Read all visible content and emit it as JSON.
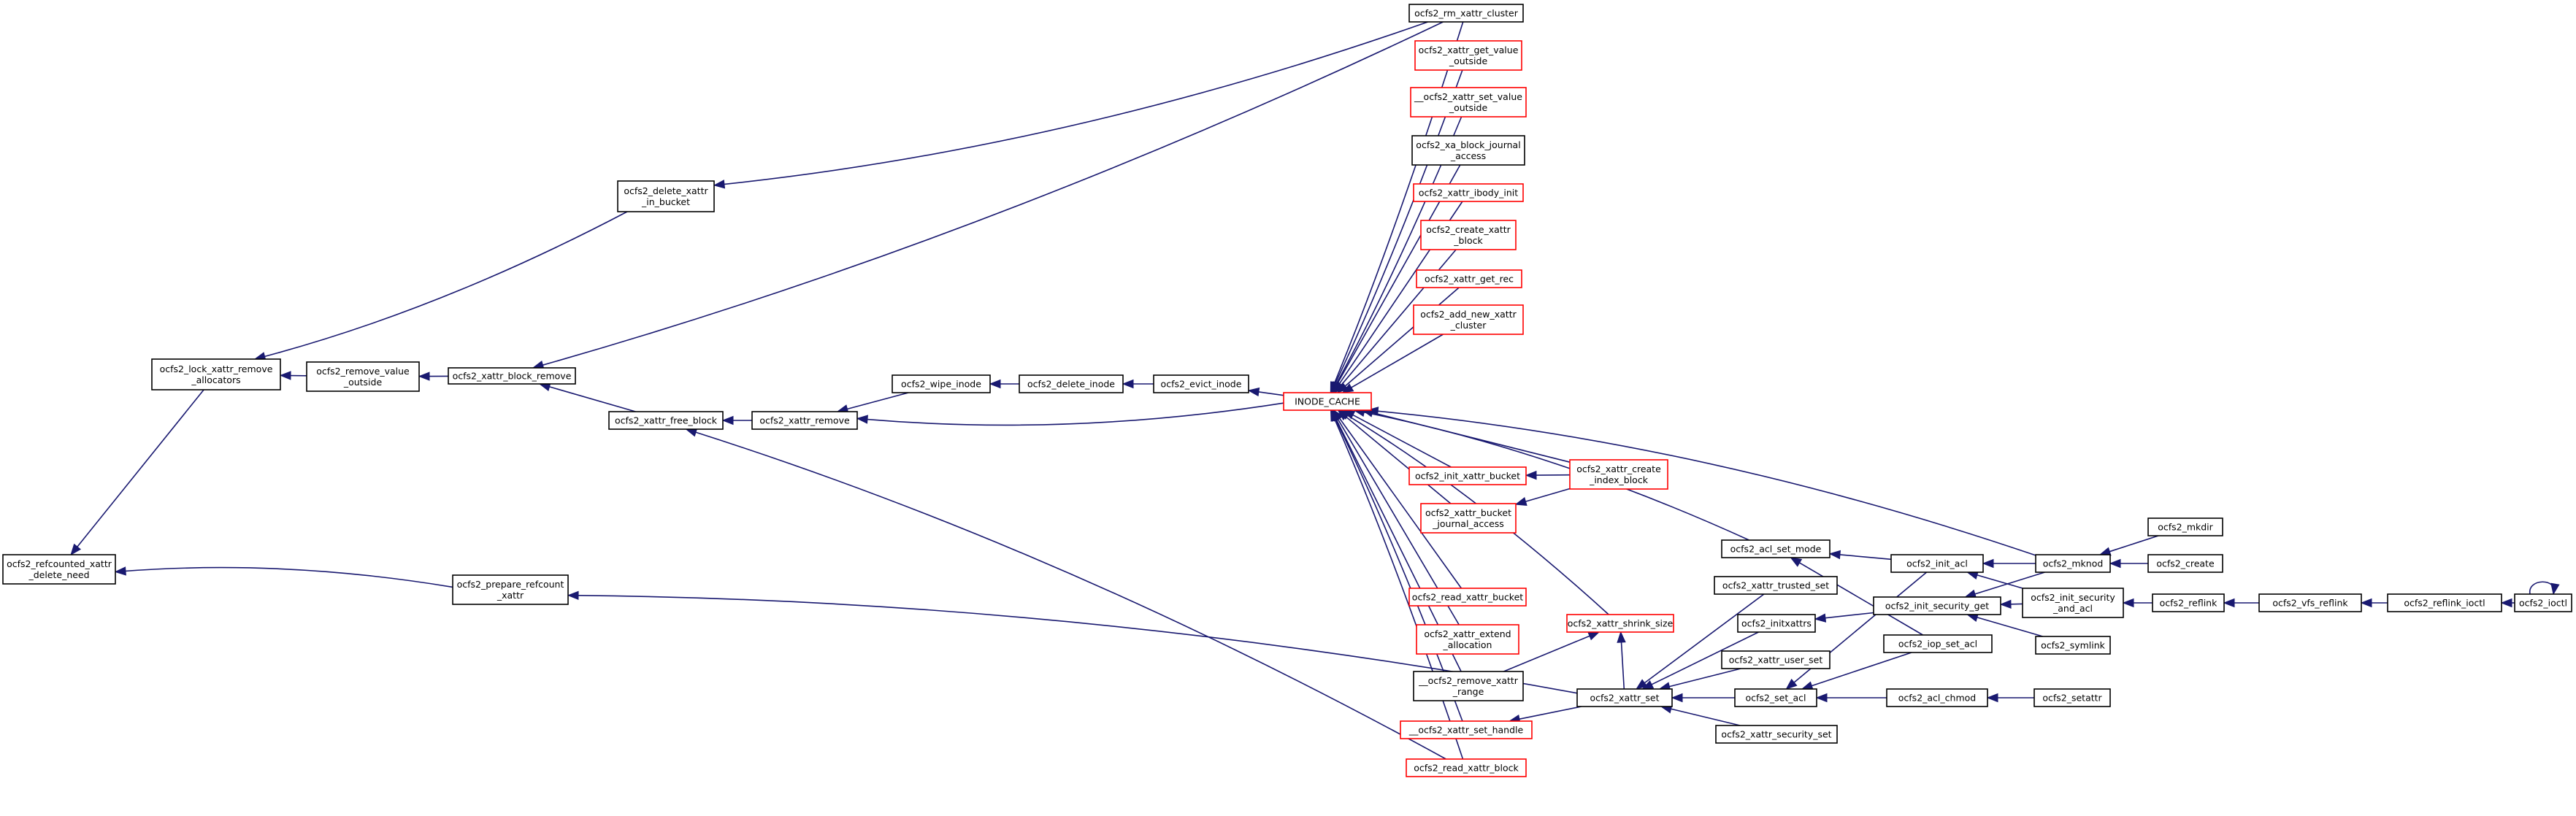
{
  "colors": {
    "edge": "#191970",
    "border_default": "#000000",
    "border_red": "#ff0000",
    "root_fill": "#bfbfbf",
    "node_fill": "#ffffff"
  },
  "nodes": [
    {
      "id": "root",
      "lines": [
        "ocfs2_refcounted_xattr",
        "_delete_need"
      ],
      "style": "root"
    },
    {
      "id": "lock_xattr_remove_alloc",
      "lines": [
        "ocfs2_lock_xattr_remove",
        "_allocators"
      ],
      "style": "black"
    },
    {
      "id": "prepare_refcount_xattr",
      "lines": [
        "ocfs2_prepare_refcount",
        "_xattr"
      ],
      "style": "black"
    },
    {
      "id": "delete_xattr_in_bucket",
      "lines": [
        "ocfs2_delete_xattr",
        "_in_bucket"
      ],
      "style": "black"
    },
    {
      "id": "remove_value_outside",
      "lines": [
        "ocfs2_remove_value",
        "_outside"
      ],
      "style": "black"
    },
    {
      "id": "xattr_block_remove",
      "lines": [
        "ocfs2_xattr_block_remove"
      ],
      "style": "black"
    },
    {
      "id": "xattr_free_block",
      "lines": [
        "ocfs2_xattr_free_block"
      ],
      "style": "black"
    },
    {
      "id": "xattr_remove",
      "lines": [
        "ocfs2_xattr_remove"
      ],
      "style": "black"
    },
    {
      "id": "wipe_inode",
      "lines": [
        "ocfs2_wipe_inode"
      ],
      "style": "black"
    },
    {
      "id": "delete_inode",
      "lines": [
        "ocfs2_delete_inode"
      ],
      "style": "black"
    },
    {
      "id": "evict_inode",
      "lines": [
        "ocfs2_evict_inode"
      ],
      "style": "black"
    },
    {
      "id": "inode_cache",
      "lines": [
        "INODE_CACHE"
      ],
      "style": "red"
    },
    {
      "id": "rm_xattr_cluster",
      "lines": [
        "ocfs2_rm_xattr_cluster"
      ],
      "style": "black"
    },
    {
      "id": "xattr_get_value_outside",
      "lines": [
        "ocfs2_xattr_get_value",
        "_outside"
      ],
      "style": "red"
    },
    {
      "id": "xattr_set_value_outside",
      "lines": [
        "__ocfs2_xattr_set_value",
        "_outside"
      ],
      "style": "red"
    },
    {
      "id": "xa_block_journal_access",
      "lines": [
        "ocfs2_xa_block_journal",
        "_access"
      ],
      "style": "black"
    },
    {
      "id": "xattr_ibody_init",
      "lines": [
        "ocfs2_xattr_ibody_init"
      ],
      "style": "red"
    },
    {
      "id": "create_xattr_block",
      "lines": [
        "ocfs2_create_xattr",
        "_block"
      ],
      "style": "red"
    },
    {
      "id": "xattr_get_rec",
      "lines": [
        "ocfs2_xattr_get_rec"
      ],
      "style": "red"
    },
    {
      "id": "add_new_xattr_cluster",
      "lines": [
        "ocfs2_add_new_xattr",
        "_cluster"
      ],
      "style": "red"
    },
    {
      "id": "init_xattr_bucket",
      "lines": [
        "ocfs2_init_xattr_bucket"
      ],
      "style": "red"
    },
    {
      "id": "xattr_create_index_block",
      "lines": [
        "ocfs2_xattr_create",
        "_index_block"
      ],
      "style": "red"
    },
    {
      "id": "xattr_bucket_journal_access",
      "lines": [
        "ocfs2_xattr_bucket",
        "_journal_access"
      ],
      "style": "red"
    },
    {
      "id": "read_xattr_bucket",
      "lines": [
        "ocfs2_read_xattr_bucket"
      ],
      "style": "red"
    },
    {
      "id": "xattr_extend_allocation",
      "lines": [
        "ocfs2_xattr_extend",
        "_allocation"
      ],
      "style": "red"
    },
    {
      "id": "xattr_shrink_size",
      "lines": [
        "ocfs2_xattr_shrink_size"
      ],
      "style": "red"
    },
    {
      "id": "remove_xattr_range",
      "lines": [
        "__ocfs2_remove_xattr",
        "_range"
      ],
      "style": "black"
    },
    {
      "id": "xattr_set_handle",
      "lines": [
        "__ocfs2_xattr_set_handle"
      ],
      "style": "red"
    },
    {
      "id": "read_xattr_block",
      "lines": [
        "ocfs2_read_xattr_block"
      ],
      "style": "red"
    },
    {
      "id": "xattr_set",
      "lines": [
        "ocfs2_xattr_set"
      ],
      "style": "black"
    },
    {
      "id": "acl_set_mode",
      "lines": [
        "ocfs2_acl_set_mode"
      ],
      "style": "black"
    },
    {
      "id": "xattr_trusted_set",
      "lines": [
        "ocfs2_xattr_trusted_set"
      ],
      "style": "black"
    },
    {
      "id": "initxattrs",
      "lines": [
        "ocfs2_initxattrs"
      ],
      "style": "black"
    },
    {
      "id": "xattr_user_set",
      "lines": [
        "ocfs2_xattr_user_set"
      ],
      "style": "black"
    },
    {
      "id": "set_acl",
      "lines": [
        "ocfs2_set_acl"
      ],
      "style": "black"
    },
    {
      "id": "xattr_security_set",
      "lines": [
        "ocfs2_xattr_security_set"
      ],
      "style": "black"
    },
    {
      "id": "init_acl",
      "lines": [
        "ocfs2_init_acl"
      ],
      "style": "black"
    },
    {
      "id": "init_security_get",
      "lines": [
        "ocfs2_init_security_get"
      ],
      "style": "black"
    },
    {
      "id": "iop_set_acl",
      "lines": [
        "ocfs2_iop_set_acl"
      ],
      "style": "black"
    },
    {
      "id": "acl_chmod",
      "lines": [
        "ocfs2_acl_chmod"
      ],
      "style": "black"
    },
    {
      "id": "mknod",
      "lines": [
        "ocfs2_mknod"
      ],
      "style": "black"
    },
    {
      "id": "init_security_and_acl",
      "lines": [
        "ocfs2_init_security",
        "_and_acl"
      ],
      "style": "black"
    },
    {
      "id": "symlink",
      "lines": [
        "ocfs2_symlink"
      ],
      "style": "black"
    },
    {
      "id": "setattr",
      "lines": [
        "ocfs2_setattr"
      ],
      "style": "black"
    },
    {
      "id": "mkdir",
      "lines": [
        "ocfs2_mkdir"
      ],
      "style": "black"
    },
    {
      "id": "create",
      "lines": [
        "ocfs2_create"
      ],
      "style": "black"
    },
    {
      "id": "reflink",
      "lines": [
        "ocfs2_reflink"
      ],
      "style": "black"
    },
    {
      "id": "vfs_reflink",
      "lines": [
        "ocfs2_vfs_reflink"
      ],
      "style": "black"
    },
    {
      "id": "reflink_ioctl",
      "lines": [
        "ocfs2_reflink_ioctl"
      ],
      "style": "black"
    },
    {
      "id": "ioctl",
      "lines": [
        "ocfs2_ioctl"
      ],
      "style": "black"
    }
  ],
  "edges": [
    {
      "from": "lock_xattr_remove_alloc",
      "to": "root"
    },
    {
      "from": "prepare_refcount_xattr",
      "to": "root"
    },
    {
      "from": "delete_xattr_in_bucket",
      "to": "lock_xattr_remove_alloc"
    },
    {
      "from": "remove_value_outside",
      "to": "lock_xattr_remove_alloc"
    },
    {
      "from": "xattr_block_remove",
      "to": "remove_value_outside"
    },
    {
      "from": "xattr_free_block",
      "to": "xattr_block_remove"
    },
    {
      "from": "xattr_remove",
      "to": "xattr_free_block"
    },
    {
      "from": "wipe_inode",
      "to": "xattr_remove"
    },
    {
      "from": "delete_inode",
      "to": "wipe_inode"
    },
    {
      "from": "evict_inode",
      "to": "delete_inode"
    },
    {
      "from": "inode_cache",
      "to": "evict_inode"
    },
    {
      "from": "inode_cache",
      "to": "xattr_remove"
    },
    {
      "from": "rm_xattr_cluster",
      "to": "delete_xattr_in_bucket"
    },
    {
      "from": "rm_xattr_cluster",
      "to": "xattr_block_remove"
    },
    {
      "from": "rm_xattr_cluster",
      "to": "inode_cache"
    },
    {
      "from": "xattr_get_value_outside",
      "to": "inode_cache"
    },
    {
      "from": "xattr_set_value_outside",
      "to": "inode_cache"
    },
    {
      "from": "xa_block_journal_access",
      "to": "inode_cache"
    },
    {
      "from": "xattr_ibody_init",
      "to": "inode_cache"
    },
    {
      "from": "create_xattr_block",
      "to": "inode_cache"
    },
    {
      "from": "xattr_get_rec",
      "to": "inode_cache"
    },
    {
      "from": "add_new_xattr_cluster",
      "to": "inode_cache"
    },
    {
      "from": "init_xattr_bucket",
      "to": "inode_cache"
    },
    {
      "from": "xattr_create_index_block",
      "to": "inode_cache"
    },
    {
      "from": "xattr_create_index_block",
      "to": "init_xattr_bucket"
    },
    {
      "from": "xattr_create_index_block",
      "to": "xattr_bucket_journal_access"
    },
    {
      "from": "xattr_bucket_journal_access",
      "to": "inode_cache"
    },
    {
      "from": "read_xattr_bucket",
      "to": "inode_cache"
    },
    {
      "from": "xattr_extend_allocation",
      "to": "inode_cache"
    },
    {
      "from": "xattr_shrink_size",
      "to": "inode_cache"
    },
    {
      "from": "remove_xattr_range",
      "to": "inode_cache"
    },
    {
      "from": "remove_xattr_range",
      "to": "xattr_shrink_size"
    },
    {
      "from": "xattr_set_handle",
      "to": "inode_cache"
    },
    {
      "from": "read_xattr_block",
      "to": "inode_cache"
    },
    {
      "from": "read_xattr_block",
      "to": "xattr_free_block"
    },
    {
      "from": "xattr_set",
      "to": "prepare_refcount_xattr"
    },
    {
      "from": "xattr_set",
      "to": "xattr_set_handle"
    },
    {
      "from": "xattr_set",
      "to": "xattr_shrink_size"
    },
    {
      "from": "acl_set_mode",
      "to": "inode_cache"
    },
    {
      "from": "mknod",
      "to": "inode_cache"
    },
    {
      "from": "xattr_trusted_set",
      "to": "xattr_set"
    },
    {
      "from": "initxattrs",
      "to": "xattr_set"
    },
    {
      "from": "xattr_user_set",
      "to": "xattr_set"
    },
    {
      "from": "set_acl",
      "to": "xattr_set"
    },
    {
      "from": "xattr_security_set",
      "to": "xattr_set"
    },
    {
      "from": "init_acl",
      "to": "acl_set_mode"
    },
    {
      "from": "init_acl",
      "to": "set_acl"
    },
    {
      "from": "iop_set_acl",
      "to": "acl_set_mode"
    },
    {
      "from": "iop_set_acl",
      "to": "set_acl"
    },
    {
      "from": "init_security_get",
      "to": "initxattrs"
    },
    {
      "from": "acl_chmod",
      "to": "set_acl"
    },
    {
      "from": "mknod",
      "to": "init_acl"
    },
    {
      "from": "init_security_and_acl",
      "to": "init_acl"
    },
    {
      "from": "mknod",
      "to": "init_security_get"
    },
    {
      "from": "init_security_and_acl",
      "to": "init_security_get"
    },
    {
      "from": "symlink",
      "to": "init_security_get"
    },
    {
      "from": "setattr",
      "to": "acl_chmod"
    },
    {
      "from": "mkdir",
      "to": "mknod"
    },
    {
      "from": "create",
      "to": "mknod"
    },
    {
      "from": "reflink",
      "to": "init_security_and_acl"
    },
    {
      "from": "vfs_reflink",
      "to": "reflink"
    },
    {
      "from": "reflink_ioctl",
      "to": "vfs_reflink"
    },
    {
      "from": "ioctl",
      "to": "reflink_ioctl"
    },
    {
      "from": "ioctl",
      "to": "ioctl"
    }
  ]
}
